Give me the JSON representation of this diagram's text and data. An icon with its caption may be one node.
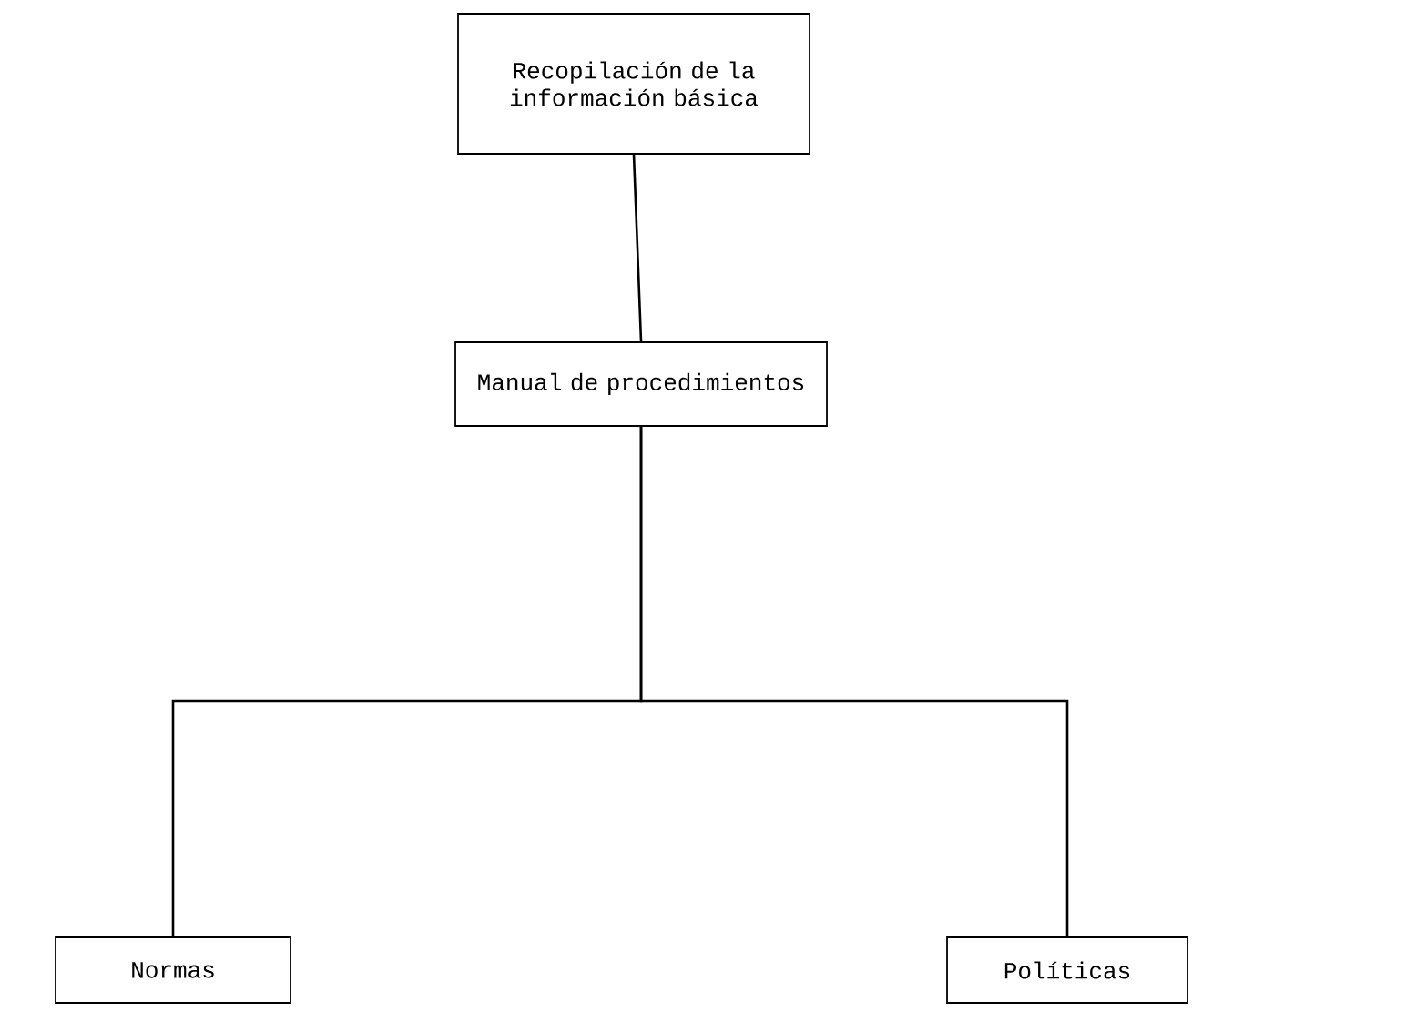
{
  "diagram": {
    "nodes": [
      {
        "text": [
          "Recopilación de la información básica"
        ]
      },
      {
        "text": [
          "Manual de procedimientos"
        ]
      },
      {
        "text": [
          "Normas"
        ]
      },
      {
        "text": [
          "Políticas"
        ]
      }
    ],
    "edges": [
      {
        "from": 0,
        "to": 1,
        "arrow": "none"
      },
      {
        "from": 1,
        "to": 2,
        "arrow": "none"
      },
      {
        "from": 1,
        "to": 3,
        "arrow": "none"
      }
    ]
  }
}
